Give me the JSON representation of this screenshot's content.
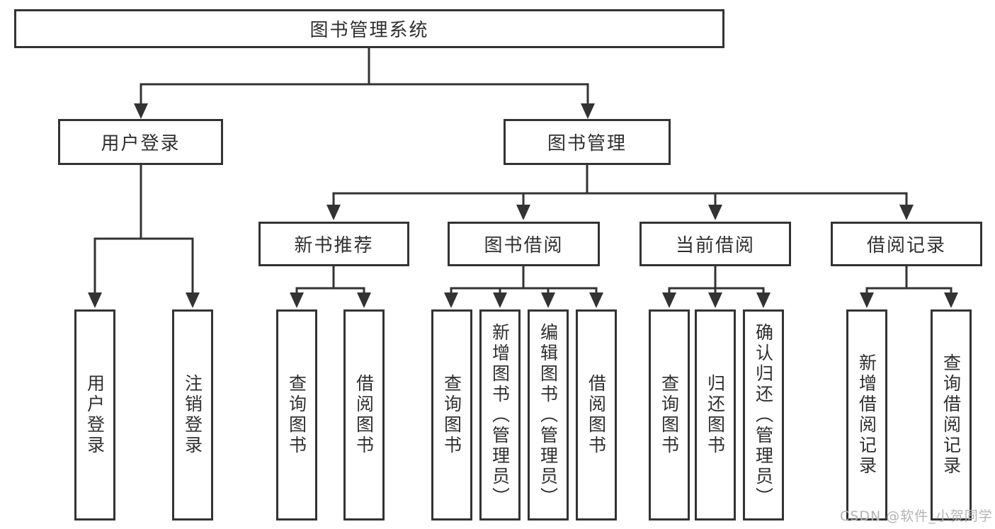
{
  "diagram": {
    "title": "图书管理系统",
    "branches": [
      {
        "label": "用户登录",
        "children": [
          "用户登录",
          "注销登录"
        ]
      },
      {
        "label": "图书管理",
        "groups": [
          {
            "label": "新书推荐",
            "children": [
              "查询图书",
              "借阅图书"
            ]
          },
          {
            "label": "图书借阅",
            "children": [
              "查询图书",
              "新增图书（管理员）",
              "编辑图书（管理员）",
              "借阅图书"
            ]
          },
          {
            "label": "当前借阅",
            "children": [
              "查询图书",
              "归还图书",
              "确认归还（管理员）"
            ]
          },
          {
            "label": "借阅记录",
            "children": [
              "新增借阅记录",
              "查询借阅记录"
            ]
          }
        ]
      }
    ]
  },
  "colors": {
    "line": "#333333",
    "text": "#2f2f2f",
    "background": "#ffffff",
    "watermark": "#b3b3b3"
  },
  "watermark": {
    "text": "CSDN @软件_小贺同学"
  }
}
